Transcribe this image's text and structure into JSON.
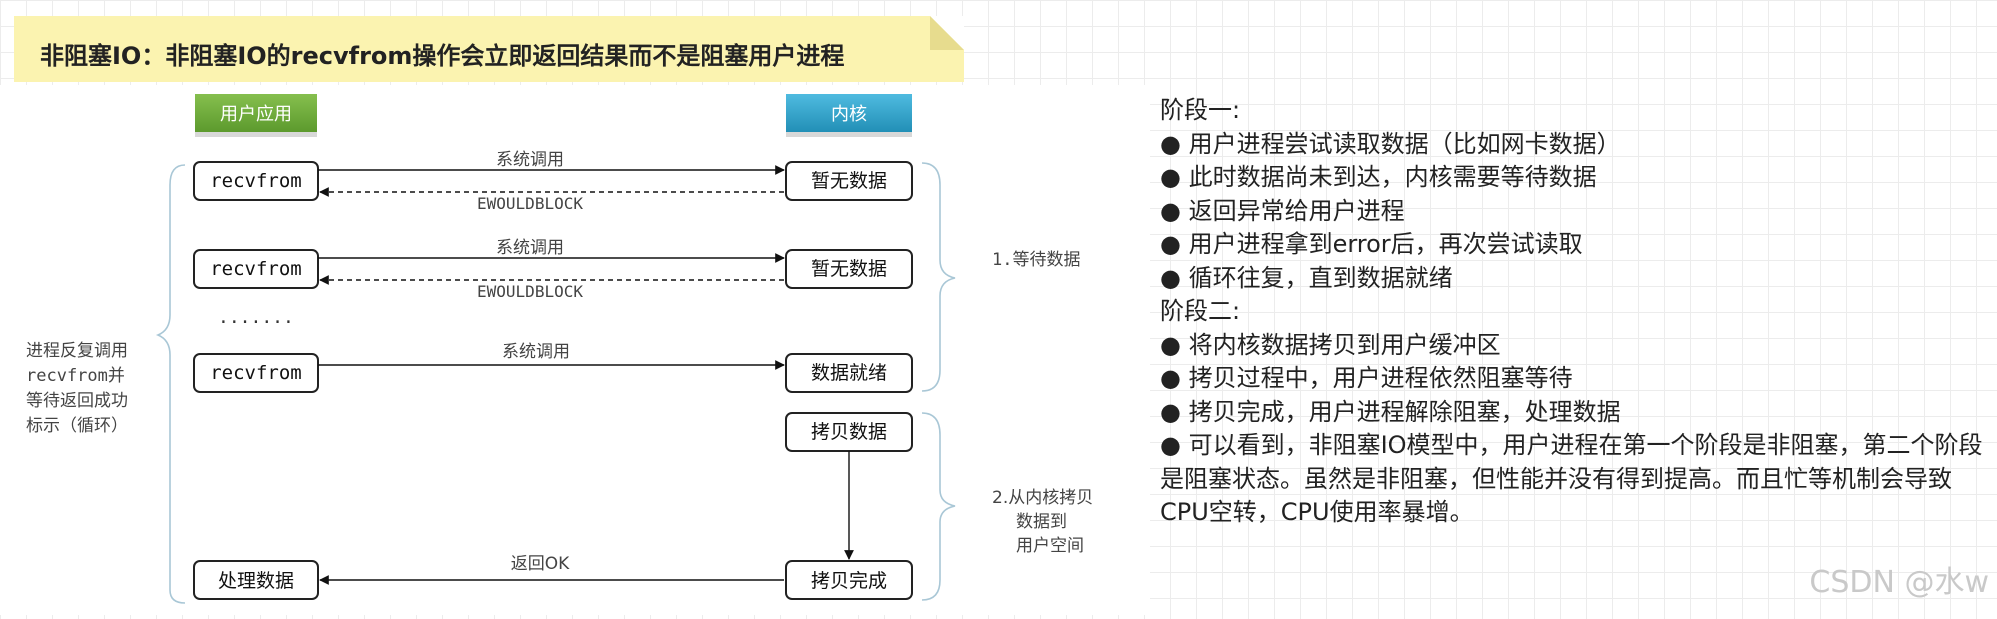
{
  "title": "非阻塞IO：非阻塞IO的recvfrom操作会立即返回结果而不是阻塞用户进程",
  "diagram": {
    "header_user": "用户应用",
    "header_kernel": "内核",
    "colors": {
      "user_header": "#6fa83a",
      "kernel_header": "#31a3c9",
      "banner": "#fbf3b0"
    },
    "left_boxes": [
      "recvfrom",
      "recvfrom",
      "recvfrom",
      "处理数据"
    ],
    "right_boxes": [
      "暂无数据",
      "暂无数据",
      "数据就绪",
      "拷贝数据",
      "拷贝完成"
    ],
    "syscall_labels": [
      "系统调用",
      "系统调用",
      "系统调用"
    ],
    "ewouldblock_labels": [
      "EWOULDBLOCK",
      "EWOULDBLOCK"
    ],
    "ellipsis": ".......",
    "return_ok": "返回OK",
    "left_note": [
      "进程反复调用",
      "recvfrom并",
      "等待返回成功",
      "标示（循环）"
    ],
    "phase1_label": "1.等待数据",
    "phase2_label": [
      "2.从内核拷贝",
      "数据到",
      "用户空间"
    ]
  },
  "notes": [
    "阶段一:",
    "● 用户进程尝试读取数据（比如网卡数据）",
    "● 此时数据尚未到达，内核需要等待数据",
    "● 返回异常给用户进程",
    "● 用户进程拿到error后，再次尝试读取",
    "● 循环往复，直到数据就绪",
    "阶段二:",
    "● 将内核数据拷贝到用户缓冲区",
    "● 拷贝过程中，用户进程依然阻塞等待",
    "● 拷贝完成，用户进程解除阻塞，处理数据",
    "● 可以看到，非阻塞IO模型中，用户进程在第一个阶段是非阻塞，第二个阶段是阻塞状态。虽然是非阻塞，但性能并没有得到提高。而且忙等机制会导致CPU空转，CPU使用率暴增。"
  ],
  "watermark": "CSDN @水w"
}
